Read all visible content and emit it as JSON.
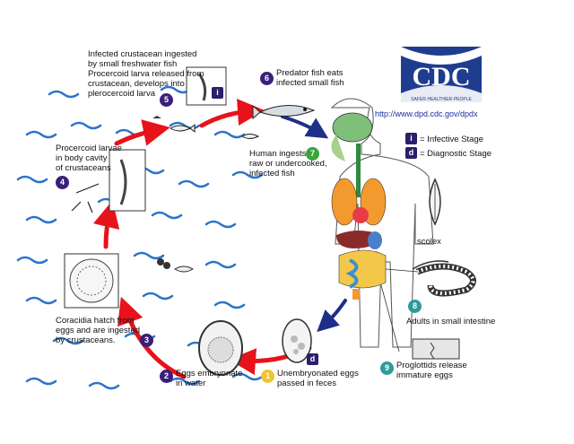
{
  "logo": {
    "text": "CDC",
    "tagline": "SAFER·HEALTHIER·PEOPLE",
    "url": "http://www.dpd.cdc.gov/dpdx"
  },
  "legend": [
    {
      "symbol": "i",
      "label": "= Infective Stage"
    },
    {
      "symbol": "d",
      "label": "= Diagnostic Stage"
    }
  ],
  "steps": [
    {
      "number": "1",
      "text": "Unembryonated eggs\npassed in feces"
    },
    {
      "number": "2",
      "text": "Eggs embryonate\nin water"
    },
    {
      "number": "3",
      "text": "Coracidia hatch from\neggs and are ingested\nby crustaceans."
    },
    {
      "number": "4",
      "text": "Procercoid larvae\nin body cavity\nof crustaceans"
    },
    {
      "number": "5",
      "text": "Infected crustacean ingested\nby small freshwater fish\nProcercoid larva released from\ncrustacean, develops into\nplerocercoid larva"
    },
    {
      "number": "6",
      "text": "Predator fish eats\ninfected small fish"
    },
    {
      "number": "7",
      "text": "Human ingests\nraw or undercooked,\ninfected fish"
    },
    {
      "number": "8",
      "text": "Adults in small intestine"
    },
    {
      "number": "9",
      "text": "Proglottids release\nimmature eggs"
    }
  ],
  "labels": {
    "scolex": "scolex"
  },
  "stage_markers": {
    "infective": "i",
    "diagnostic": "d"
  },
  "colors": {
    "cycle_arrow": "#e8121b",
    "human_arrow": "#1f2e8a",
    "water": "#2b73c9",
    "logo_bg": "#1f3c8f",
    "step_purple": "#3a1f7a",
    "step_green": "#3aa33a",
    "step_teal": "#2f9a9a",
    "step_yellow": "#f1c232"
  }
}
